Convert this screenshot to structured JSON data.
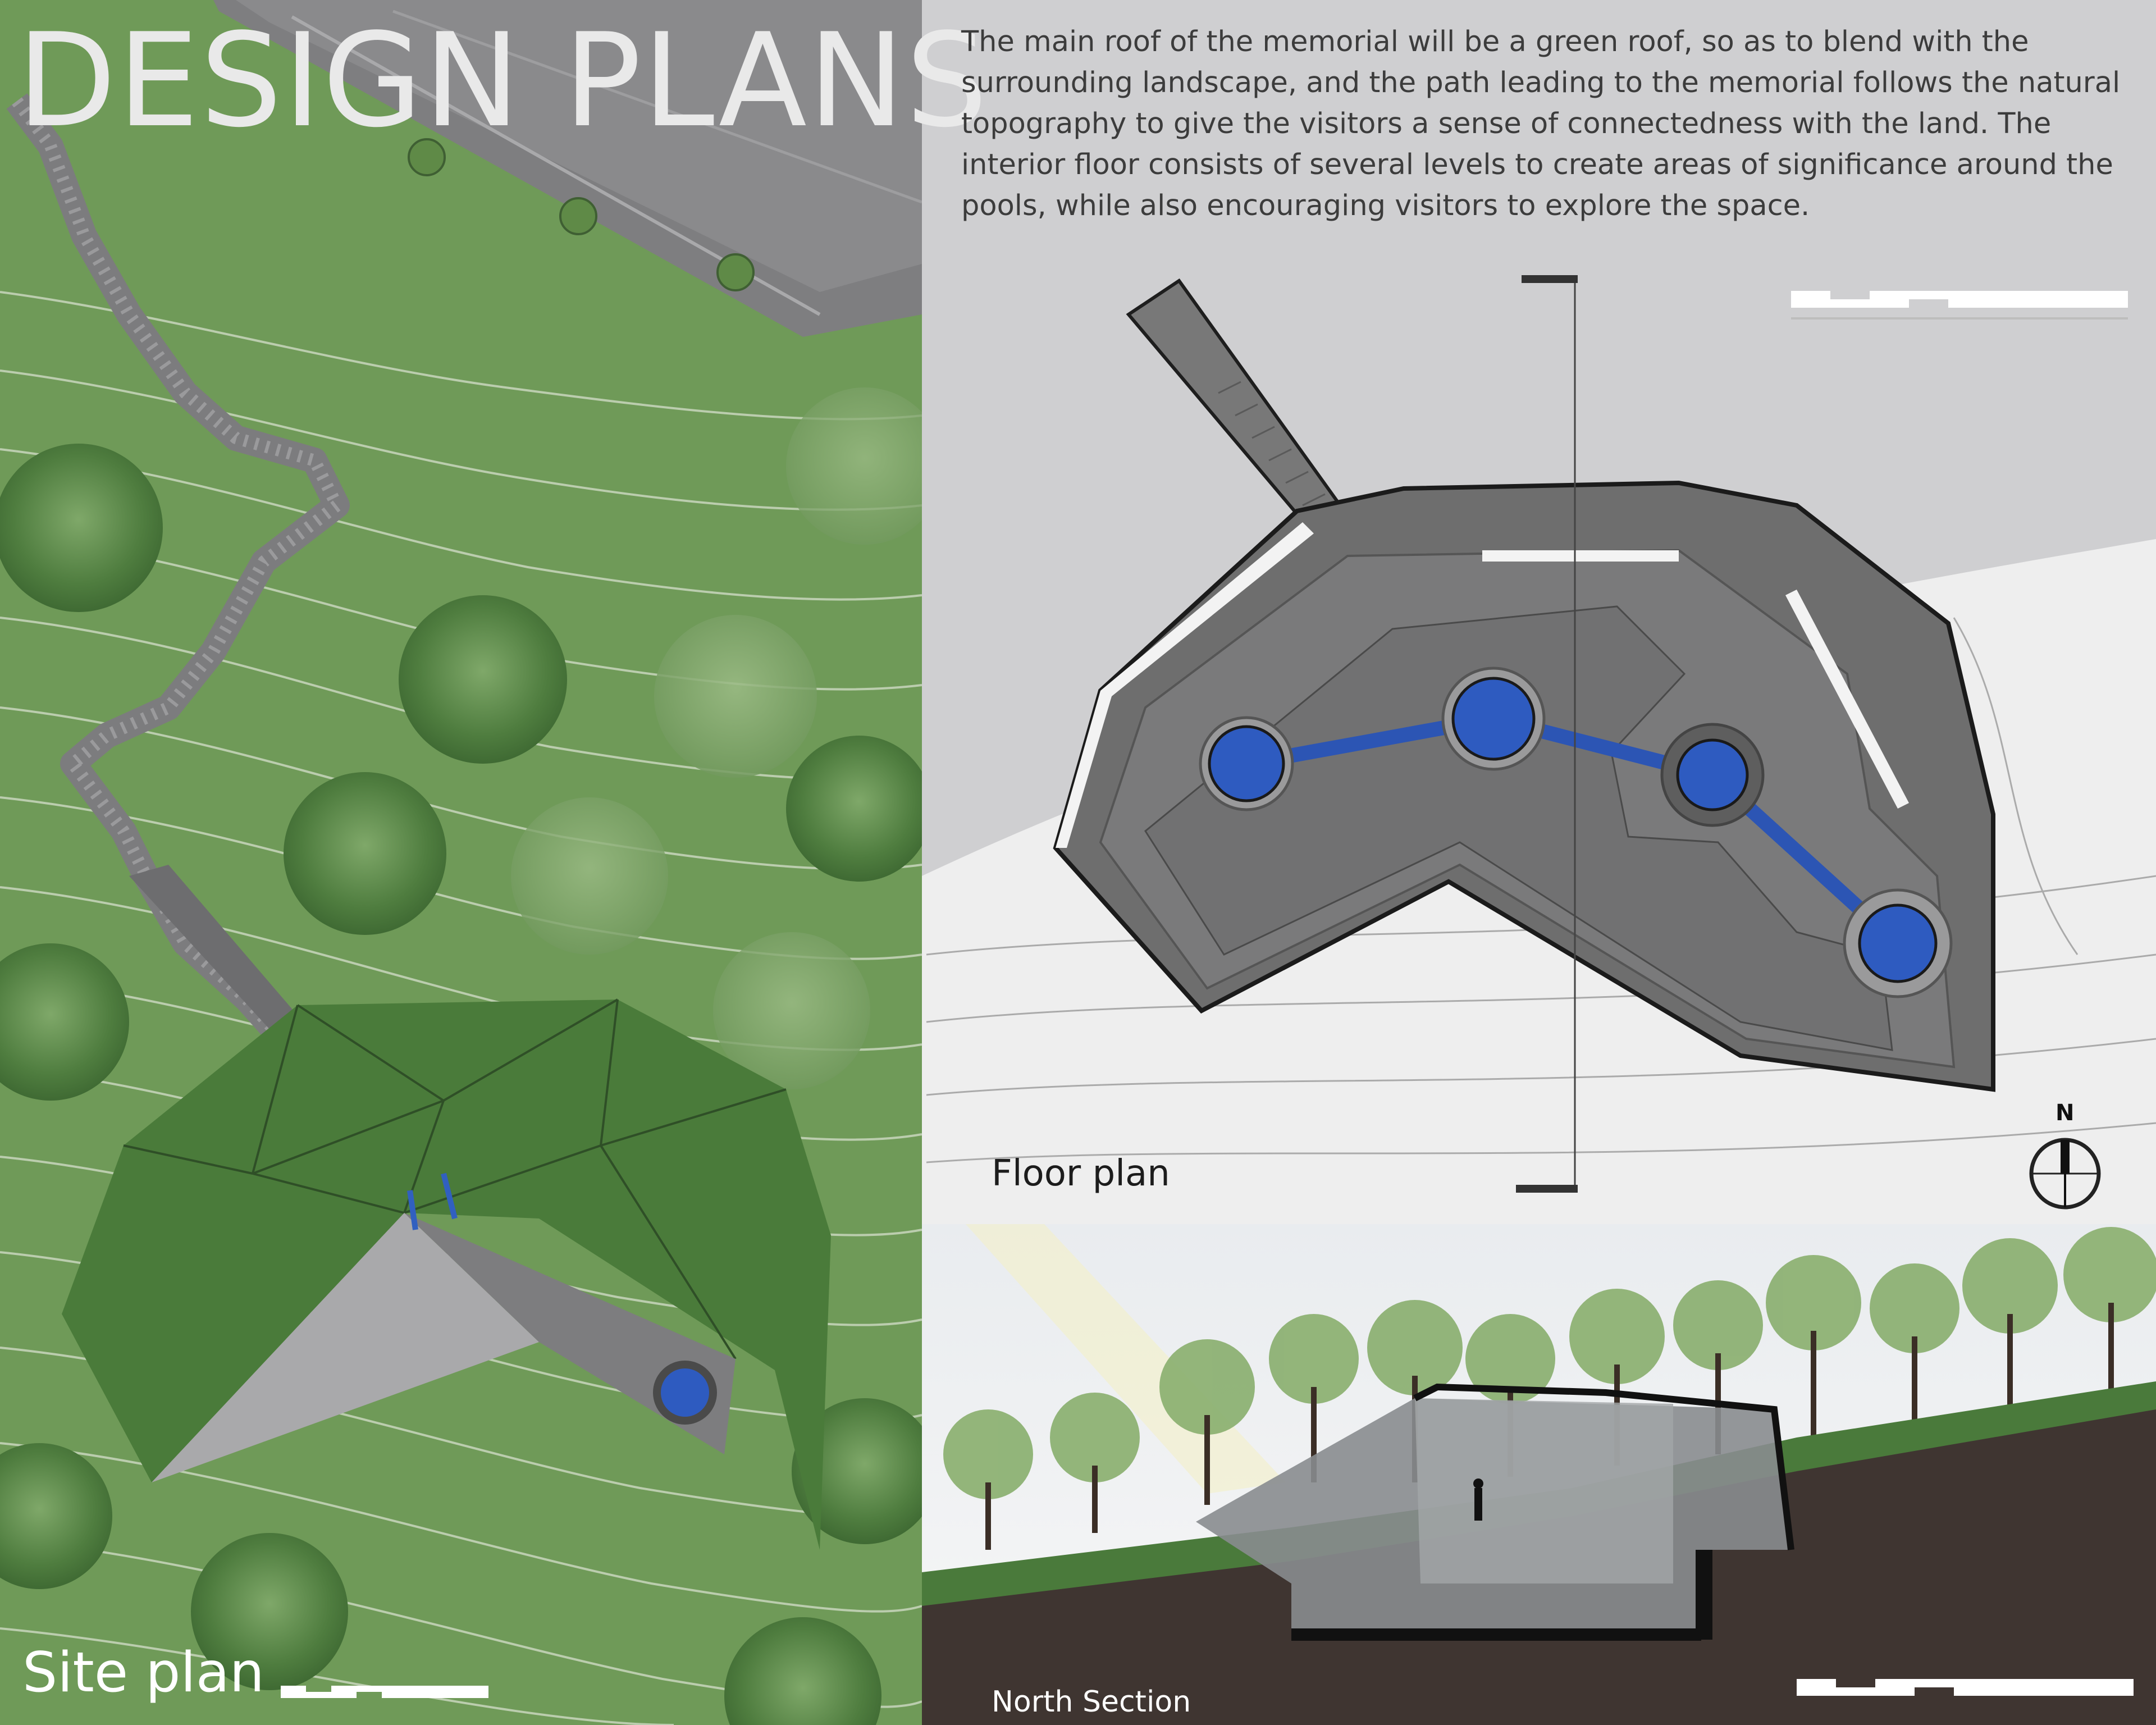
{
  "board": {
    "title": "DESIGN PLANS",
    "description": "The main roof of the memorial will be a green roof, so as to blend with the surrounding landscape, and the path leading to the memorial follows the natural topography to give the visitors a sense of connectedness with the land.  The interior floor consists of several levels to create areas of significance around the pools, while also encouraging visitors to explore the space.",
    "site_plan_label": "Site plan",
    "floor_plan_label": "Floor plan",
    "section_label": "North Section",
    "north_label": "N"
  },
  "colors": {
    "grass": "#6f9a58",
    "roof": "#4a7b3a",
    "paving": "#7c7c7e",
    "slab": "#6e6e6e",
    "pool": "#2e5bc0",
    "floor_plan_bg": "#cfcfd1",
    "section_ground": "#3f3531"
  },
  "icons": {
    "compass": "compass-icon",
    "scale_bar": "scale-bar-icon"
  }
}
